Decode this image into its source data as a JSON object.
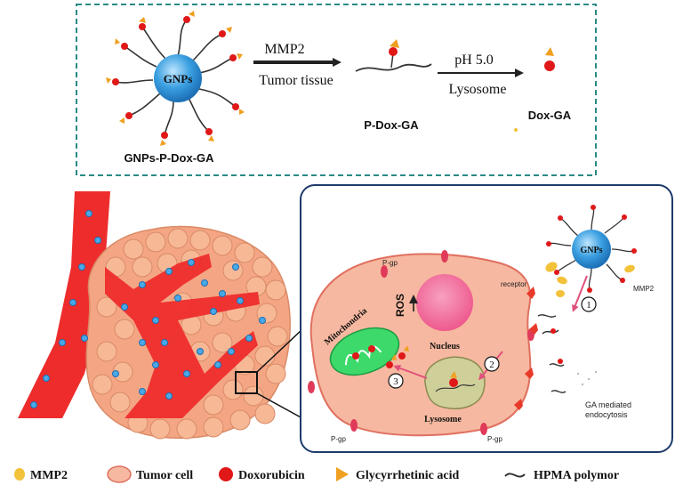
{
  "top_panel": {
    "nanoparticle_label": "GNPs",
    "conjugate_label": "GNPs-P-Dox-GA",
    "step1_line1": "MMP2",
    "step1_line2": "Tumor tissue",
    "intermediate_label": "P-Dox-GA",
    "step2_line1": "pH 5.0",
    "step2_line2": "Lysosome",
    "product_label": "Dox-GA"
  },
  "cell_panel": {
    "pgp_label": "P-gp",
    "receptor_label": "receptor",
    "nucleus_label": "Nucleus",
    "mitochondria_label": "Mitochondria",
    "ros_label": "ROS",
    "lysosome_label": "Lysosome",
    "gnps_label": "GNPs",
    "mmp2_label": "MMP2",
    "endocytosis_line1": "GA mediated",
    "endocytosis_line2": "endocytosis",
    "step_numbers": [
      "1",
      "2",
      "3"
    ]
  },
  "legend": {
    "items": [
      "MMP2",
      "Tumor cell",
      "Doxorubicin",
      "Glycyrrhetinic acid",
      "HPMA polymor"
    ]
  },
  "colors": {
    "vessel": "#ee2c2c",
    "tumor_cell": "#f4a684",
    "gnp": "#3a9fe0",
    "panel_border": "#2a8a86",
    "mitochondria": "#3dd96a",
    "nucleus": "#f16a9a",
    "lysosome": "#cfcf9a",
    "doxorubicin": "#e01818",
    "glycyrrhetinic_acid": "#f0a020",
    "mmp2": "#f2c23a",
    "arrow_pink": "#e0507a"
  }
}
